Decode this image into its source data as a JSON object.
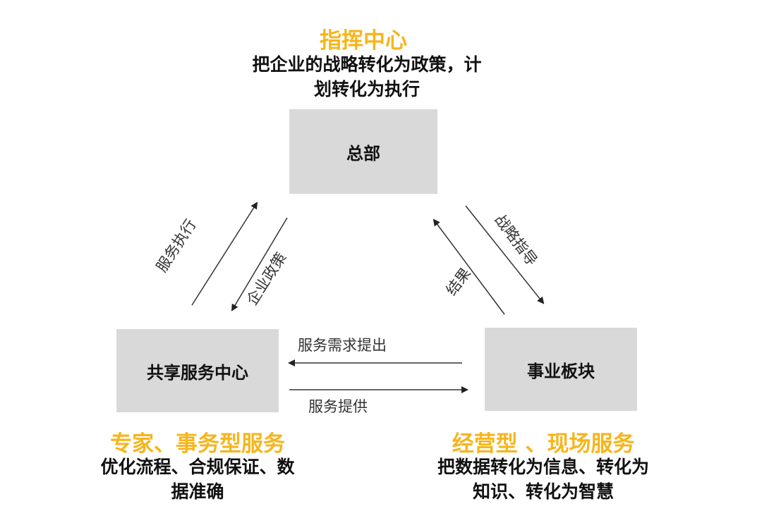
{
  "top": {
    "title": "指挥中心",
    "desc_line1": "把企业的战略转化为政策，计",
    "desc_line2": "划转化为执行",
    "box": "总部"
  },
  "left": {
    "box": "共享服务中心",
    "title": "专家、事务型服务",
    "desc_line1": "优化流程、合规保证、数",
    "desc_line2": "据准确"
  },
  "right": {
    "box": "事业板块",
    "title": "经营型 、现场服务",
    "desc_line1": "把数据转化为信息、转化为",
    "desc_line2": "知识、转化为智慧"
  },
  "arrows": {
    "service_execution": "服务执行",
    "enterprise_policy": "企业政策",
    "strategic_guidance": "战略指导",
    "results": "结果",
    "service_request": "服务需求提出",
    "service_provision": "服务提供"
  },
  "colors": {
    "accent": "#f7b51c",
    "box": "#d9d9d9"
  }
}
